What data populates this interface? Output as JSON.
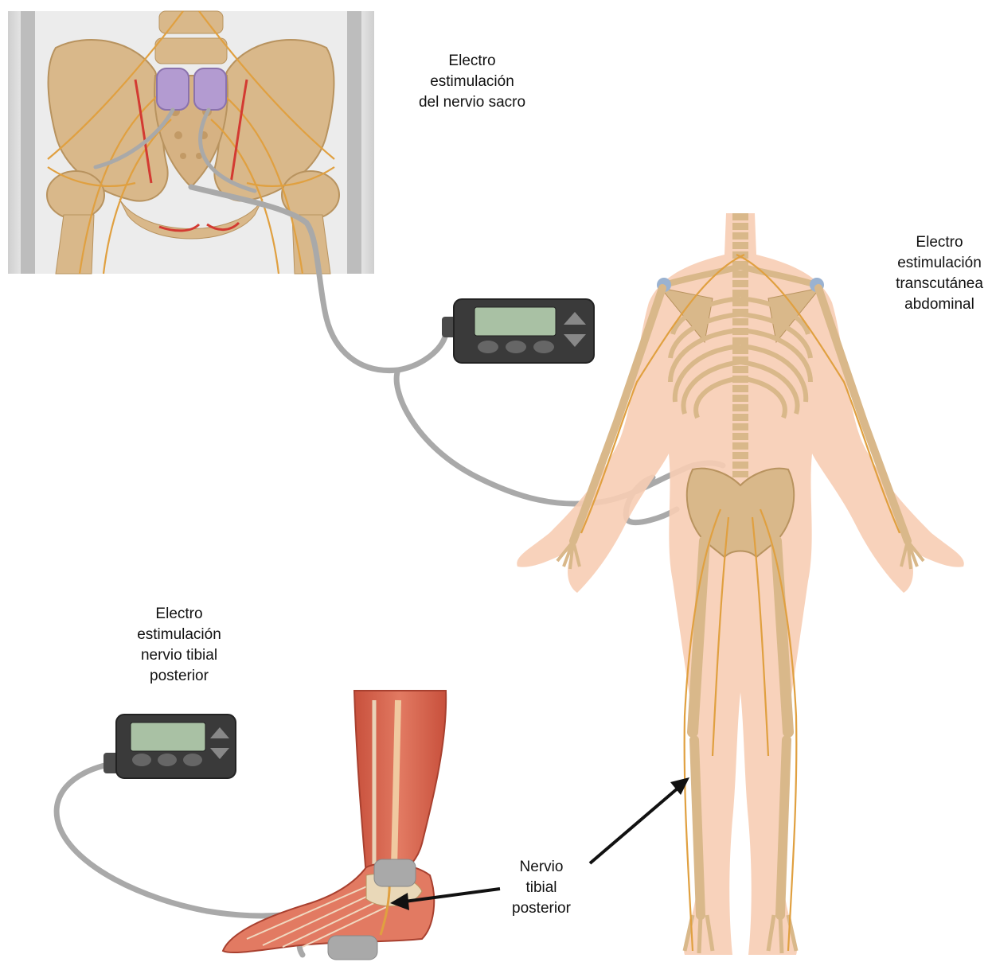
{
  "labels": {
    "sacral": [
      "Electro",
      "estimulación",
      "del nervio sacro"
    ],
    "abdominal": [
      "Electro",
      "estimulación",
      "transcutánea",
      "abdominal"
    ],
    "tibial": [
      "Electro",
      "estimulación",
      "nervio tibial",
      "posterior"
    ],
    "nerve": [
      "Nervio",
      "tibial",
      "posterior"
    ]
  },
  "colors": {
    "bone": "#d9b88a",
    "bone_outline": "#b8935f",
    "nerve": "#e0a040",
    "skin": "#f7cdb4",
    "cable": "#a9a9a9",
    "device_body": "#3a3a3a",
    "device_screen": "#a9c1a4",
    "implant": "#b39bd1",
    "muscle": "#d85a44",
    "arrow": "#111111"
  }
}
